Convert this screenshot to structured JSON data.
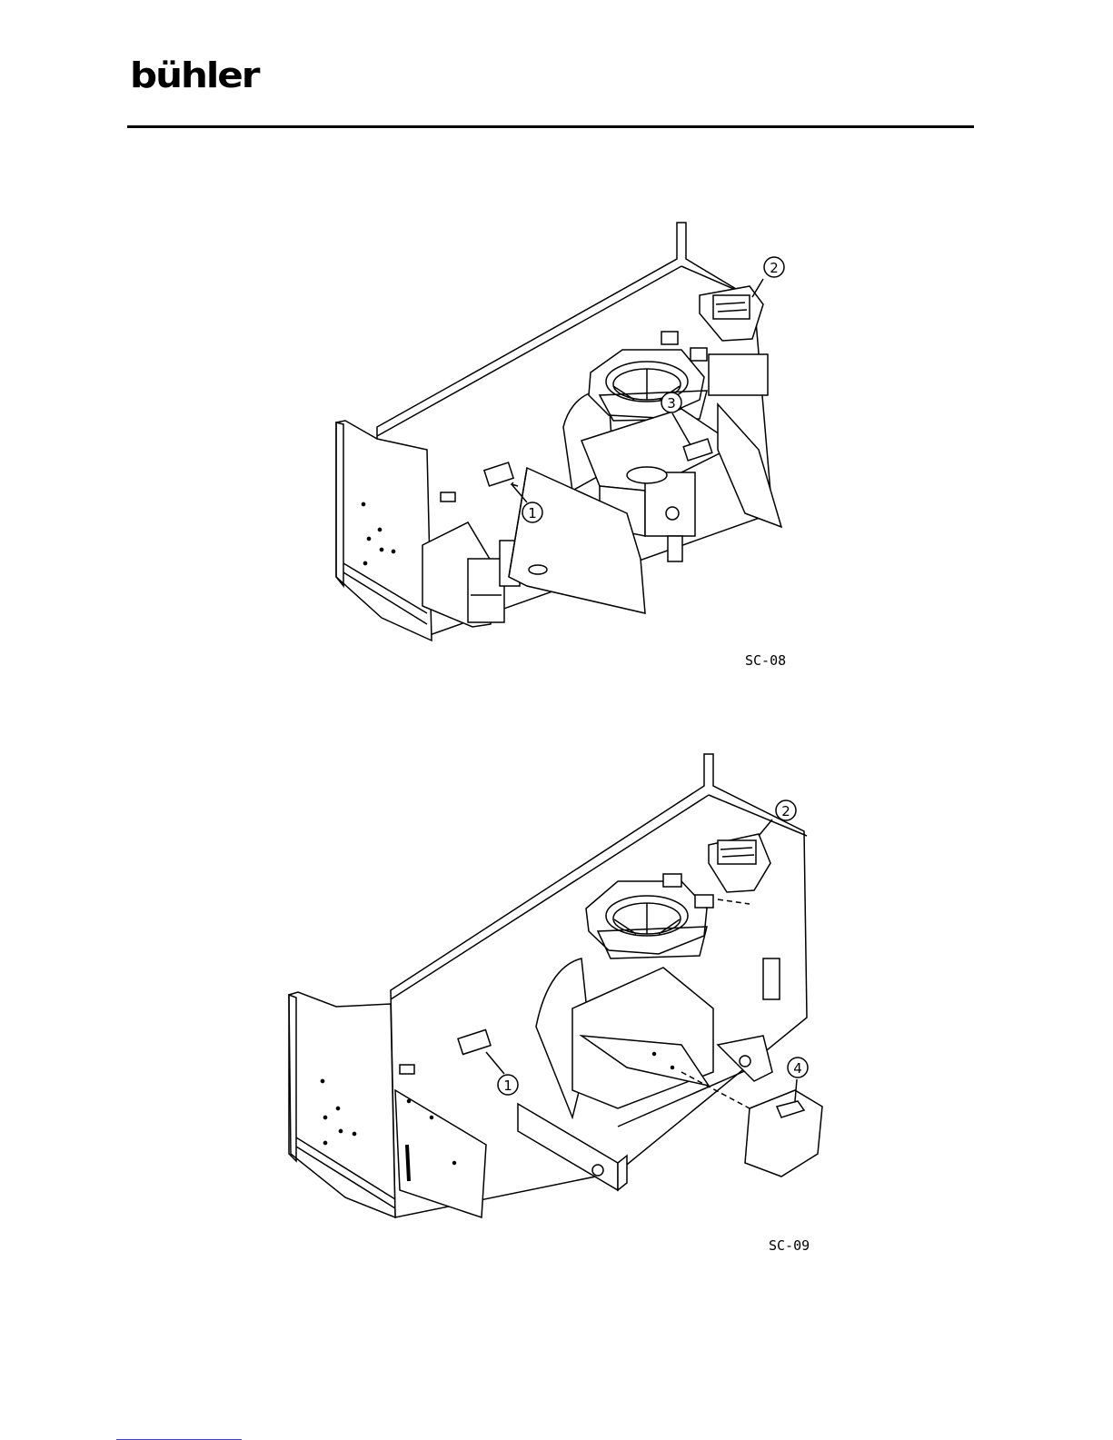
{
  "header": {
    "logo_text": "bühler"
  },
  "figures": [
    {
      "code": "SC-08",
      "callouts": [
        "1",
        "2",
        "3"
      ]
    },
    {
      "code": "SC-09",
      "callouts": [
        "1",
        "2",
        "4"
      ]
    }
  ]
}
